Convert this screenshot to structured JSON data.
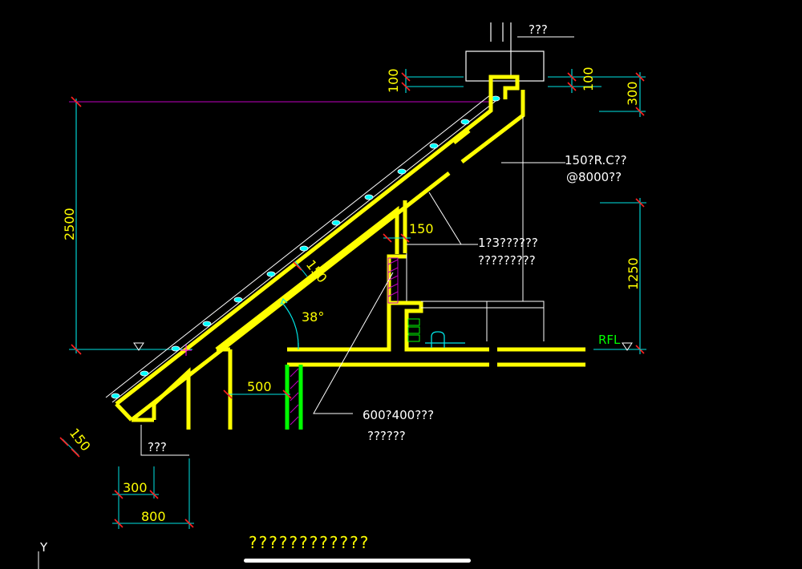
{
  "colors": {
    "background": "#000000",
    "structure": "#ffff00",
    "dimension": "#00e5e5",
    "tick": "#ff2020",
    "leader": "#ffffff",
    "level": "#00ff00",
    "top_line": "#c000c0",
    "hatch": "#c000c0"
  },
  "labels": {
    "top_note": "???",
    "dim_left_100": "100",
    "dim_right_100": "100",
    "dim_300_right": "300",
    "dim_2500": "2500",
    "beam_note_line1": "150?R.C??",
    "beam_note_line2": "@8000??",
    "dim_150_post": "150",
    "mortar_note_line1": "1?3??????",
    "mortar_note_line2": "?????????",
    "dim_150_slab": "150",
    "dim_1250": "1250",
    "angle": "38°",
    "rfl": "RFL",
    "dim_500": "500",
    "opening_note_line1": "600?400???",
    "opening_note_line2": "??????",
    "dim_150_eave": "150",
    "gutter_note": "???",
    "dim_300_bottom": "300",
    "dim_800": "800",
    "drawing_title": "????????????",
    "ucs_y": "Y"
  }
}
